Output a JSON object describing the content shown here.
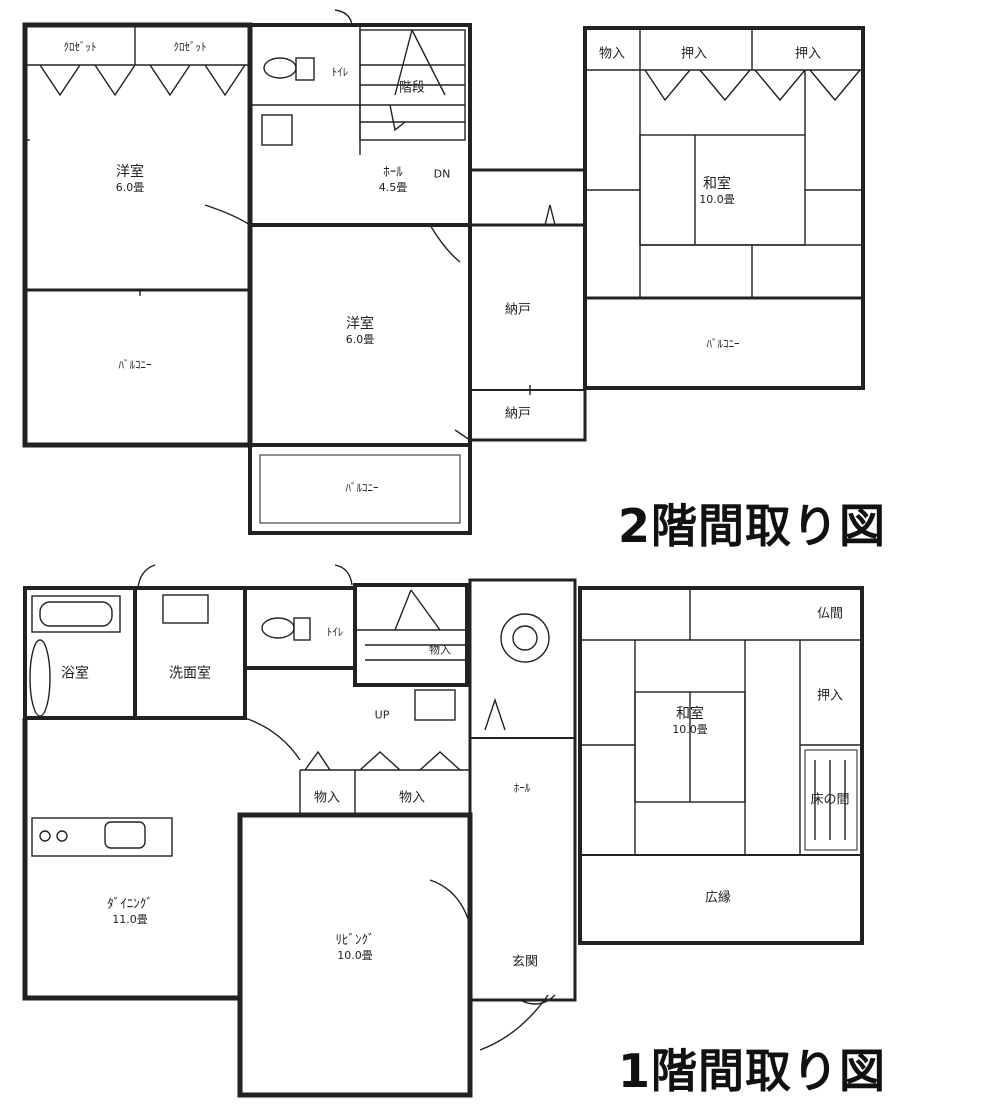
{
  "floor2": {
    "title": "2階間取り図",
    "rooms": {
      "closet_a": "ｸﾛｾﾞｯﾄ",
      "closet_b": "ｸﾛｾﾞｯﾄ",
      "toilet": "ﾄｲﾚ",
      "stair": "階段",
      "hall": {
        "name": "ﾎｰﾙ",
        "size": "4.5畳"
      },
      "dn": "DN",
      "yoshitsu_a": {
        "name": "洋室",
        "size": "6.0畳"
      },
      "yoshitsu_b": {
        "name": "洋室",
        "size": "6.0畳"
      },
      "washitsu": {
        "name": "和室",
        "size": "10.0畳"
      },
      "mono_ire": "物入",
      "oshiire_a": "押入",
      "oshiire_b": "押入",
      "nando_a": "納戸",
      "nando_b": "納戸",
      "balcony_a": "ﾊﾞﾙｺﾆｰ",
      "balcony_b": "ﾊﾞﾙｺﾆｰ",
      "balcony_c": "ﾊﾞﾙｺﾆｰ"
    }
  },
  "floor1": {
    "title": "1階間取り図",
    "rooms": {
      "bath": "浴室",
      "senmen": "洗面室",
      "toilet": "ﾄｲﾚ",
      "mono_ire_stair": "物入",
      "up": "UP",
      "mono_ire_a": "物入",
      "mono_ire_b": "物入",
      "dining": {
        "name": "ﾀﾞｲﾆﾝｸﾞ",
        "size": "11.0畳"
      },
      "living": {
        "name": "ﾘﾋﾞﾝｸﾞ",
        "size": "10.0畳"
      },
      "hall": "ﾎｰﾙ",
      "genkan": "玄関",
      "butsuma": "仏間",
      "oshiire": "押入",
      "tokonoma": "床の間",
      "washitsu": {
        "name": "和室",
        "size": "10.0畳"
      },
      "hiroen": "広縁"
    }
  }
}
